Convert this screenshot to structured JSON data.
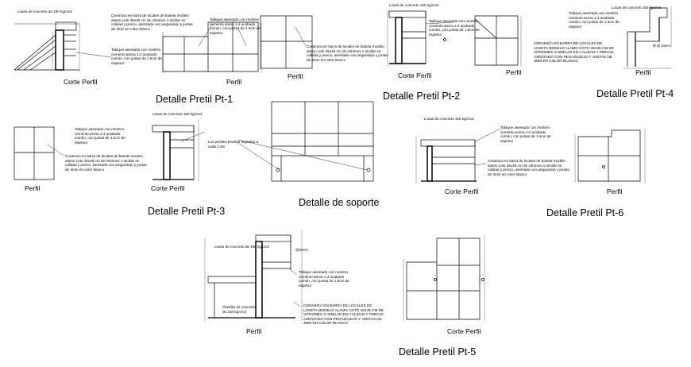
{
  "titles": {
    "pt1": "Detalle Pretil Pt-1",
    "pt2": "Detalle Pretil Pt-2",
    "pt3": "Detalle Pretil Pt-3",
    "pt4": "Detalle Pretil Pt-4",
    "pt5": "Detalle Pretil Pt-5",
    "pt6": "Detalle Pretil Pt-6",
    "soporte": "Detalle de soporte"
  },
  "labels": {
    "corte_perfil": "Corte Perfil",
    "perfil": "Perfil"
  },
  "notes": {
    "losa": "Losas de concreto de 150 kg/cm2",
    "losa_alt": "Losas de concreto 150 kg/cm2",
    "tabique": "Tabique asentado con mortero\ncemento arena 1:4 acabado\ncomún, con juntas de 1.5cm de\nespesor",
    "ceramica": "Ceramica en barra de locales de baseta modelo\nalamo coto 45x45 cm de vitromex o similar en\ncalidad y precio, asentado con pegazulejo y juntas\nde 3mm en color blanco",
    "ceramica_caps": "CERAMICA EN BARRA DE LOCALES DE\nLOSETA MODELO ALAMO COTO 45X45 CM DE\nVITROMEX O SIMILAR EN CALIDAD Y PRECIO,\nASENTADO CON PEGAZULEJO Y JUNTAS DE\n3MM EN COLOR BLANCO",
    "pretiles": "Los pretiles tendran soportes a\ncada 1.5m",
    "plantilla": "Plantilla de concreto\nde 150 kg/cm2",
    "diam_a": "Ø @ 25cm",
    "diam_b": "@25cm"
  }
}
